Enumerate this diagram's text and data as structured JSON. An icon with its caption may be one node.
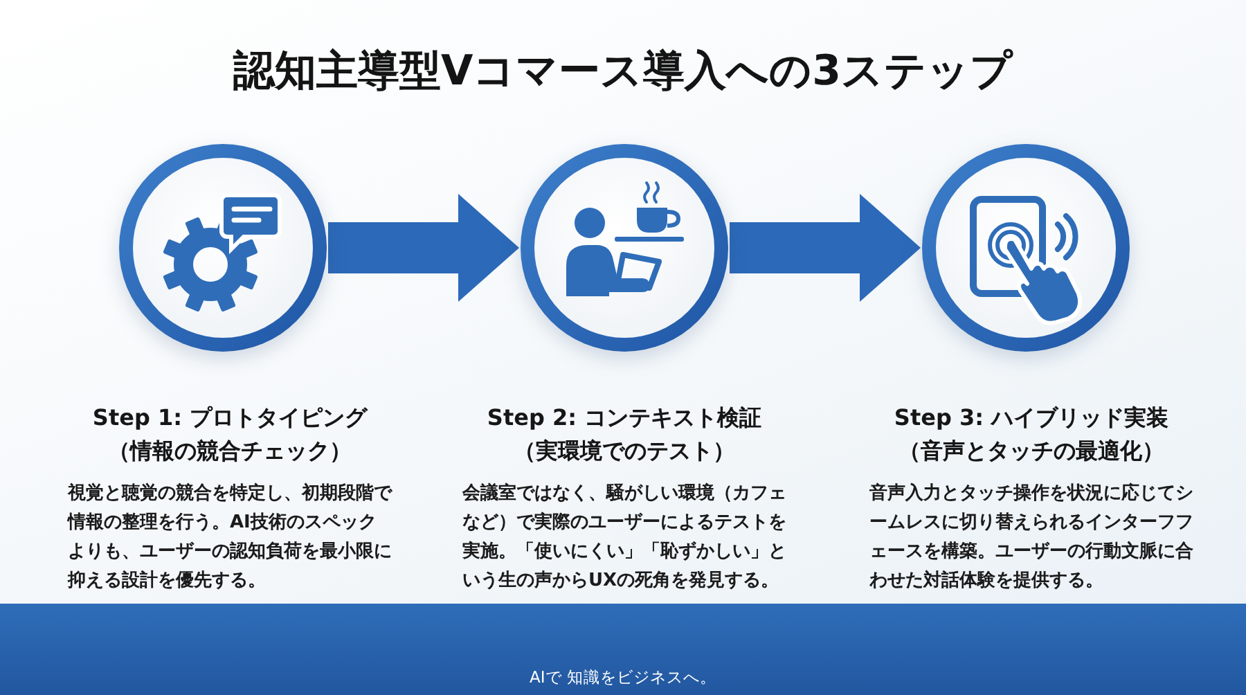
{
  "diagram": {
    "title": "認知主導型Vコマース導入への3ステップ",
    "nodes": [
      {
        "text": [],
        "shape": "circle",
        "beside": [
          "Step 1: プロトタイピング",
          "（情報の競合チェック）",
          "視覚と聴覚の競合を特定し、初期段階で情報の整理を行う。AI技術のスペックよりも、ユーザーの認知負荷を最小限に抑える設計を優先する。"
        ]
      },
      {
        "text": [],
        "shape": "circle",
        "beside": [
          "Step 2: コンテキスト検証",
          "（実環境でのテスト）",
          "会議室ではなく、騒がしい環境（カフェなど）で実際のユーザーによるテストを実施。「使いにくい」「恥ずかしい」という生の声からUXの死角を発見する。"
        ]
      },
      {
        "text": [],
        "shape": "circle",
        "beside": [
          "Step 3: ハイブリッド実装",
          "（音声とタッチの最適化）",
          "音声入力とタッチ操作を状況に応じてシームレスに切り替えられるインターフフェースを構築。ユーザーの行動文脈に合わせた対話体験を提供する。"
        ]
      }
    ],
    "edges": [
      {
        "from": 0,
        "to": 1,
        "arrow": "to"
      },
      {
        "from": 1,
        "to": 2,
        "arrow": "to"
      }
    ],
    "labels": [
      "AIで 知識をビジネスへ。"
    ]
  }
}
